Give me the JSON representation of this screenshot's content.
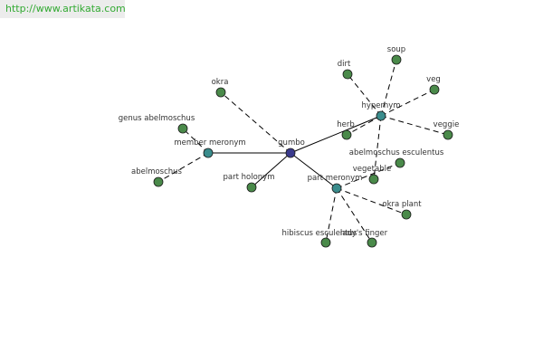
{
  "site": {
    "url": "http://www.artikata.com"
  },
  "colors": {
    "center": "#3a3a8c",
    "relation": "#3a8c8c",
    "leaf": "#4a8a4a"
  },
  "graph": {
    "nodes": [
      {
        "id": "gumbo",
        "label": "gumbo",
        "kind": "center"
      },
      {
        "id": "member-meronym",
        "label": "member meronym",
        "kind": "relation"
      },
      {
        "id": "part-holonym",
        "label": "part holonym",
        "kind": "leaf"
      },
      {
        "id": "part-meronym",
        "label": "part meronym",
        "kind": "relation"
      },
      {
        "id": "hypernym",
        "label": "hypernym",
        "kind": "relation"
      },
      {
        "id": "okra",
        "label": "okra",
        "kind": "leaf"
      },
      {
        "id": "genus-abelmoschus",
        "label": "genus abelmoschus",
        "kind": "leaf"
      },
      {
        "id": "abelmoschus",
        "label": "abelmoschus",
        "kind": "leaf"
      },
      {
        "id": "dirt",
        "label": "dirt",
        "kind": "leaf"
      },
      {
        "id": "soup",
        "label": "soup",
        "kind": "leaf"
      },
      {
        "id": "veg",
        "label": "veg",
        "kind": "leaf"
      },
      {
        "id": "veggie",
        "label": "veggie",
        "kind": "leaf"
      },
      {
        "id": "herb",
        "label": "herb",
        "kind": "leaf"
      },
      {
        "id": "abelmoschus-esculentus",
        "label": "abelmoschus esculentus",
        "kind": "leaf"
      },
      {
        "id": "vegetable",
        "label": "vegetable",
        "kind": "leaf"
      },
      {
        "id": "okra-plant",
        "label": "okra plant",
        "kind": "leaf"
      },
      {
        "id": "hibiscus-esculentus",
        "label": "hibiscus esculentus",
        "kind": "leaf"
      },
      {
        "id": "ladys-finger",
        "label": "lady's finger",
        "kind": "leaf"
      }
    ],
    "edges": [
      {
        "from": "gumbo",
        "to": "member-meronym",
        "style": "solid"
      },
      {
        "from": "gumbo",
        "to": "part-holonym",
        "style": "solid"
      },
      {
        "from": "gumbo",
        "to": "part-meronym",
        "style": "solid"
      },
      {
        "from": "gumbo",
        "to": "hypernym",
        "style": "solid"
      },
      {
        "from": "gumbo",
        "to": "okra",
        "style": "dashed"
      },
      {
        "from": "member-meronym",
        "to": "genus-abelmoschus",
        "style": "dashed"
      },
      {
        "from": "member-meronym",
        "to": "abelmoschus",
        "style": "dashed"
      },
      {
        "from": "hypernym",
        "to": "dirt",
        "style": "dashed"
      },
      {
        "from": "hypernym",
        "to": "soup",
        "style": "dashed"
      },
      {
        "from": "hypernym",
        "to": "veg",
        "style": "dashed"
      },
      {
        "from": "hypernym",
        "to": "veggie",
        "style": "dashed"
      },
      {
        "from": "hypernym",
        "to": "herb",
        "style": "dashed"
      },
      {
        "from": "hypernym",
        "to": "vegetable",
        "style": "dashed"
      },
      {
        "from": "part-meronym",
        "to": "abelmoschus-esculentus",
        "style": "dashed"
      },
      {
        "from": "part-meronym",
        "to": "okra-plant",
        "style": "dashed"
      },
      {
        "from": "part-meronym",
        "to": "hibiscus-esculentus",
        "style": "dashed"
      },
      {
        "from": "part-meronym",
        "to": "ladys-finger",
        "style": "dashed"
      }
    ]
  }
}
